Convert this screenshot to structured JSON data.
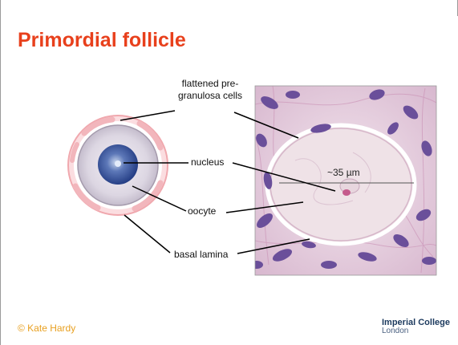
{
  "title": "Primordial follicle",
  "labels": {
    "granulosa_cells": "flattened pre-granulosa cells",
    "nucleus": "nucleus",
    "oocyte": "oocyte",
    "basal_lamina": "basal lamina",
    "scale": "~35 µm"
  },
  "footer": {
    "copyright": "© Kate Hardy",
    "logo_line1": "Imperial College",
    "logo_line2": "London"
  },
  "colors": {
    "title": "#e8401c",
    "copyright": "#e8a020",
    "logo": "#1c3a5e"
  }
}
